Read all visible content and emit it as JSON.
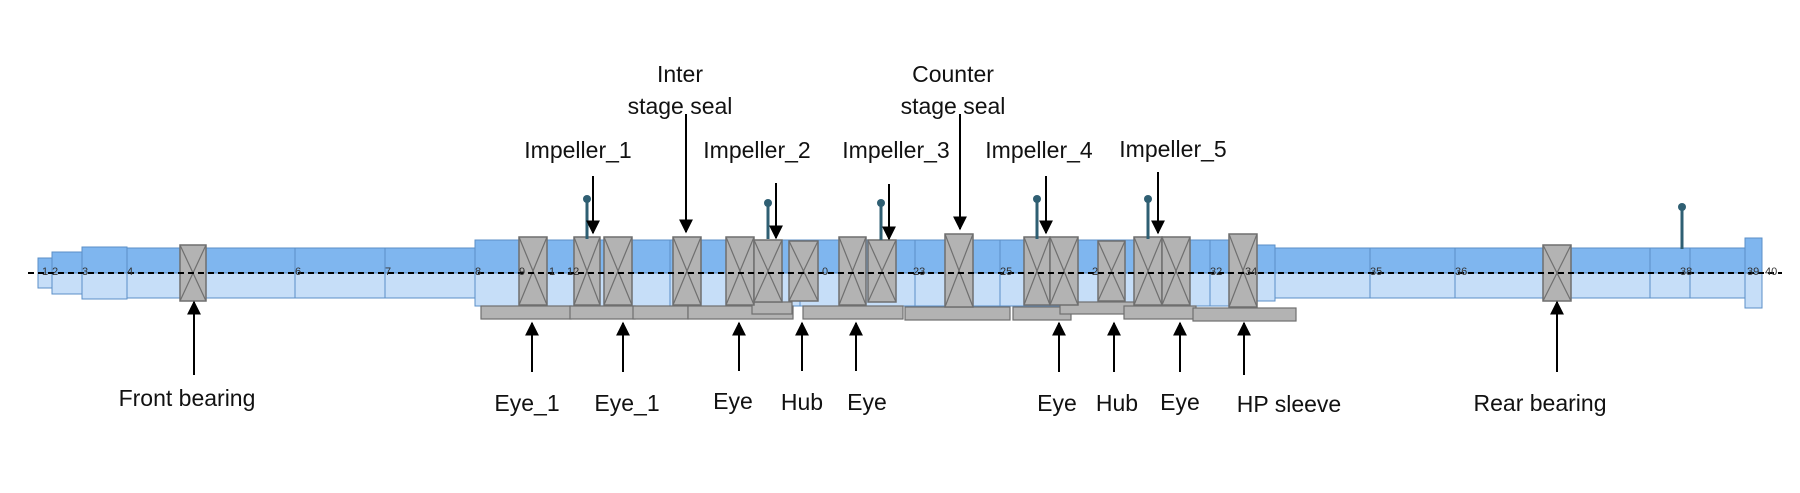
{
  "top_labels": {
    "inter_stage_seal": [
      "Inter",
      "stage seal"
    ],
    "counter_stage_seal": [
      "Counter",
      "stage seal"
    ],
    "impeller_1": "Impeller_1",
    "impeller_2": "Impeller_2",
    "impeller_3": "Impeller_3",
    "impeller_4": "Impeller_4",
    "impeller_5": "Impeller_5"
  },
  "bottom_labels": {
    "front_bearing": "Front bearing",
    "eye_1_a": "Eye_1",
    "eye_1_b": "Eye_1",
    "eye_a": "Eye",
    "hub_a": "Hub",
    "eye_b": "Eye",
    "eye_c": "Eye",
    "hub_b": "Hub",
    "eye_d": "Eye",
    "hp_sleeve": "HP sleeve",
    "rear_bearing": "Rear bearing"
  },
  "node_numbers": [
    "1",
    "2",
    "3",
    "4",
    "6",
    "7",
    "8",
    "9",
    "1",
    "12",
    "0",
    "23",
    "25",
    "2",
    "32",
    "34",
    "35",
    "36",
    "38",
    "39",
    "40"
  ],
  "colors": {
    "shaft_top": "#7fb6ef",
    "shaft_bottom": "#c6def8",
    "shaft_edge": "#5b8fc7",
    "component_fill": "#b3b3b3",
    "component_edge": "#6f6f6f",
    "disk_marker": "#2f5f73",
    "arrow": "#000000",
    "centerline": "#000000"
  }
}
